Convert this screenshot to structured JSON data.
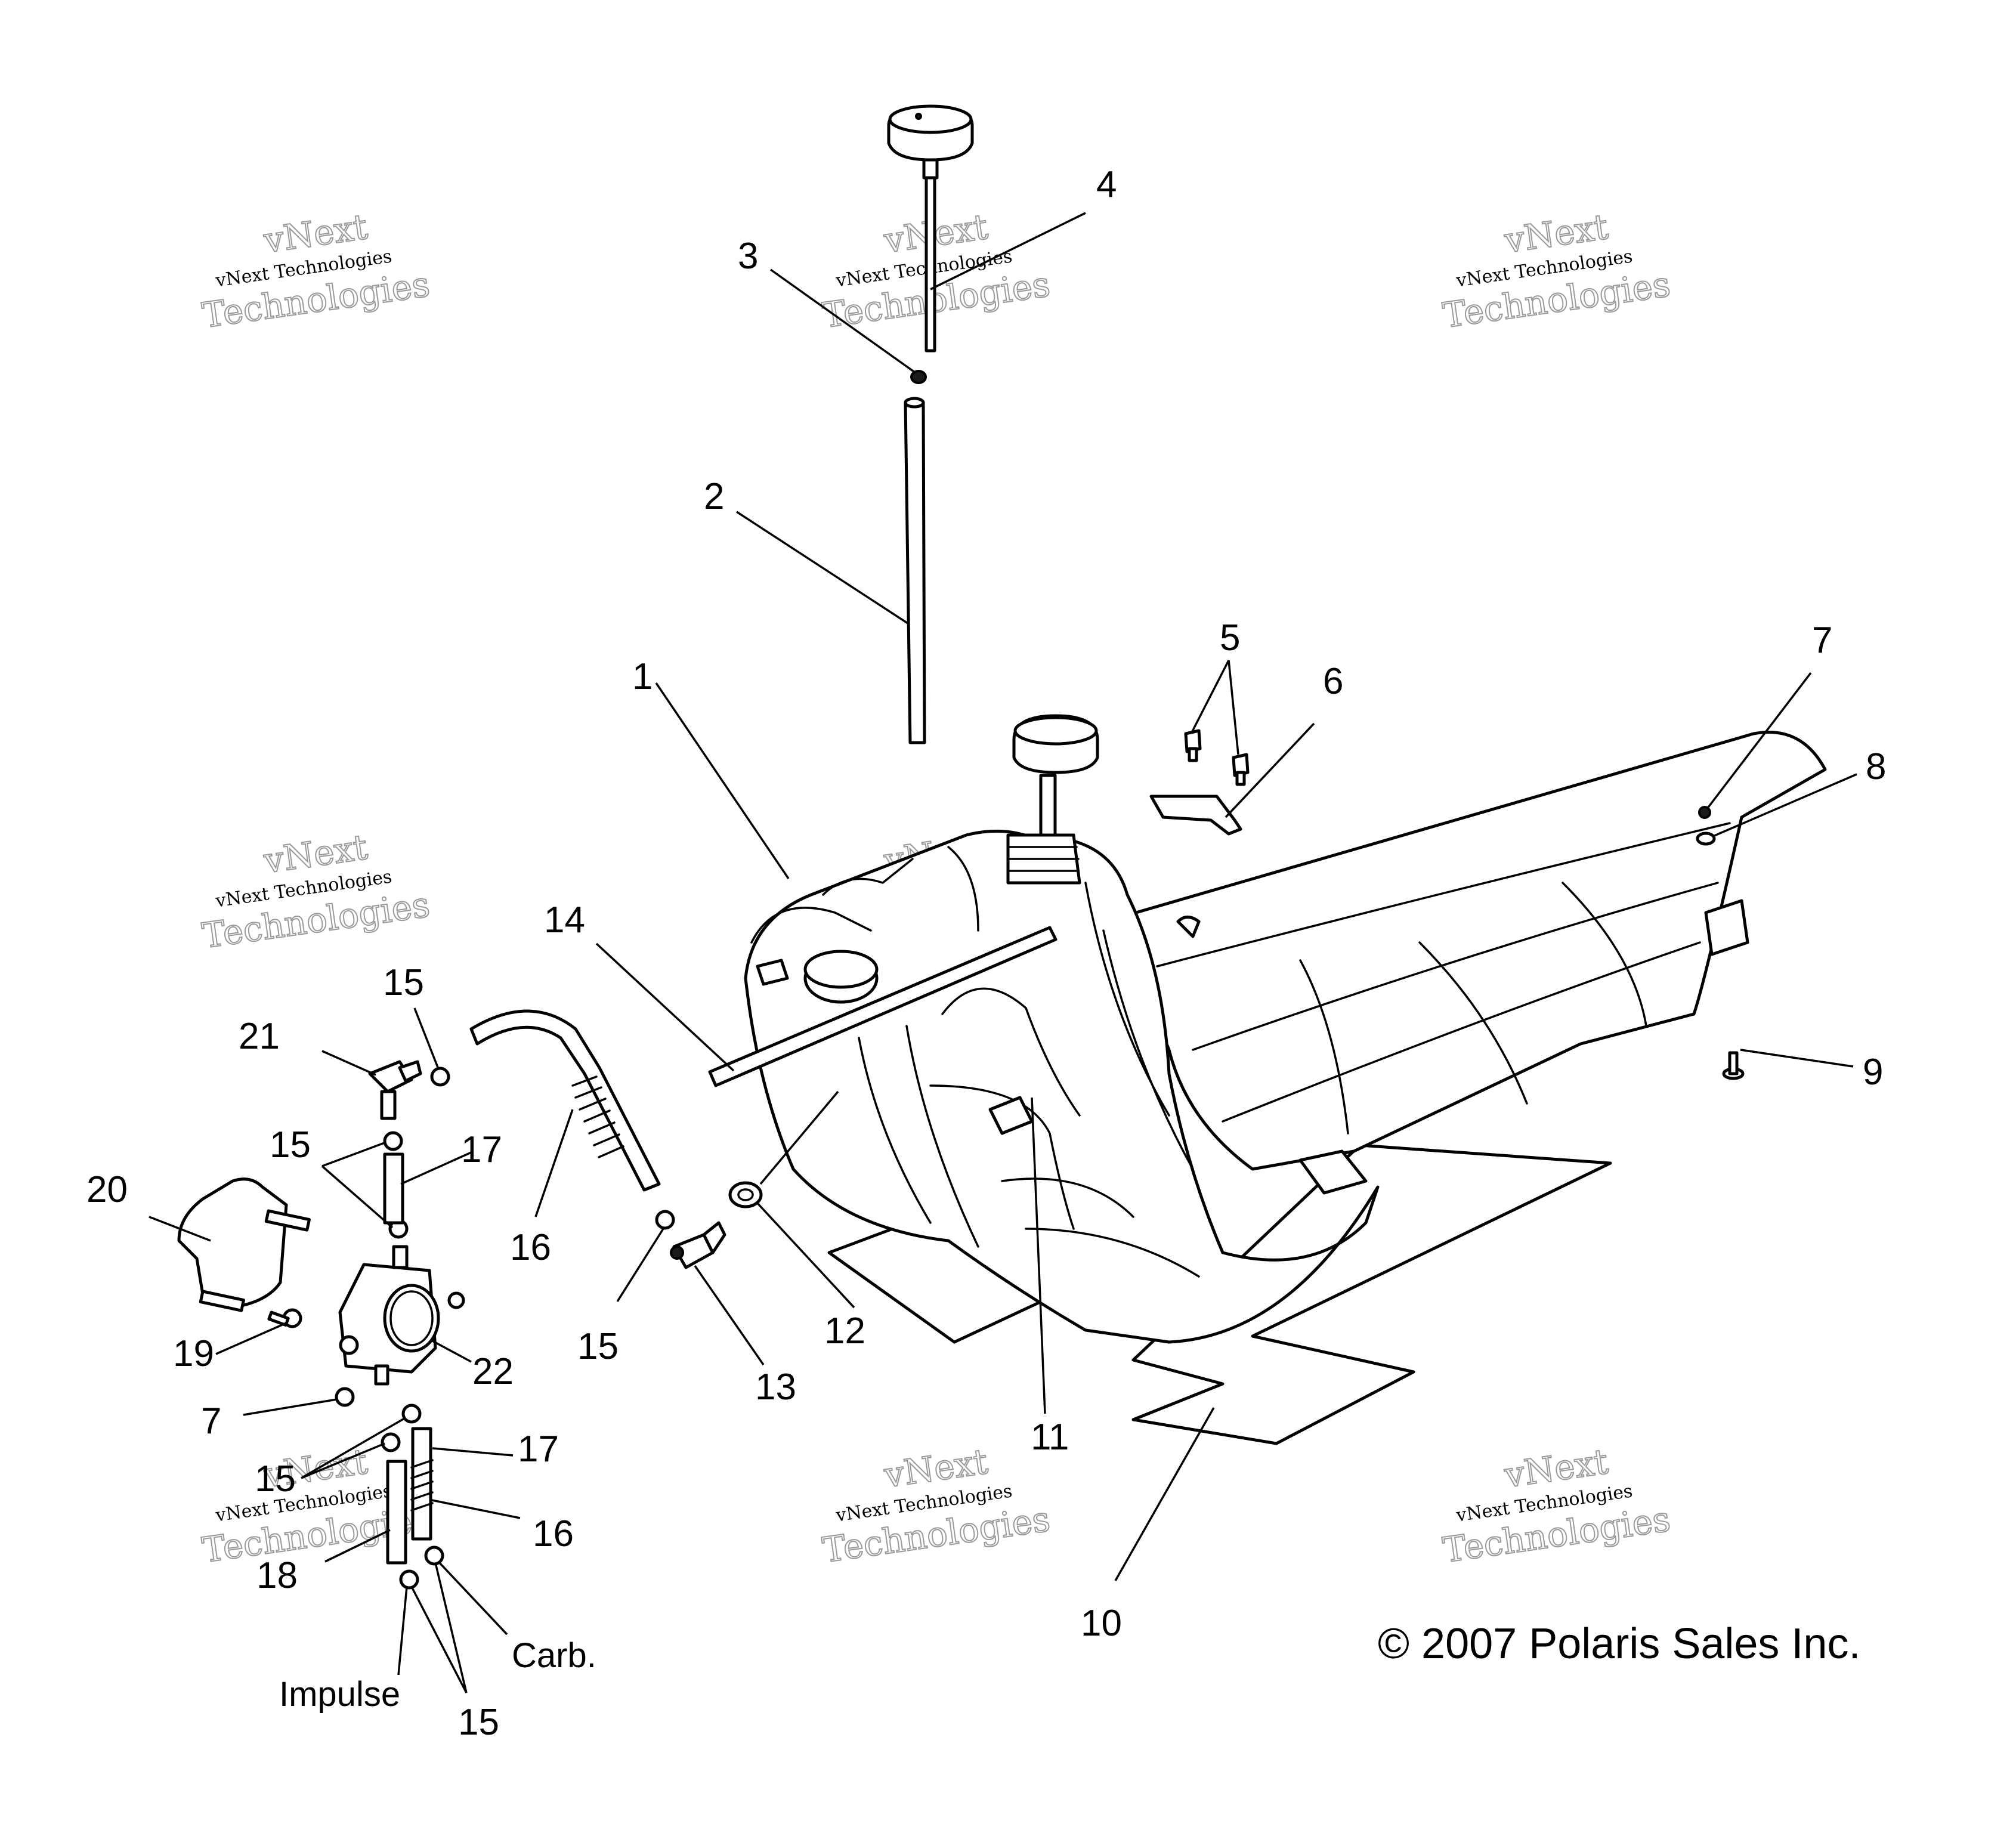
{
  "callouts": [
    {
      "id": "c1",
      "label": "1"
    },
    {
      "id": "c2",
      "label": "2"
    },
    {
      "id": "c3",
      "label": "3"
    },
    {
      "id": "c4",
      "label": "4"
    },
    {
      "id": "c5",
      "label": "5"
    },
    {
      "id": "c6",
      "label": "6"
    },
    {
      "id": "c7a",
      "label": "7"
    },
    {
      "id": "c7b",
      "label": "7"
    },
    {
      "id": "c8",
      "label": "8"
    },
    {
      "id": "c9",
      "label": "9"
    },
    {
      "id": "c10",
      "label": "10"
    },
    {
      "id": "c11",
      "label": "11"
    },
    {
      "id": "c12",
      "label": "12"
    },
    {
      "id": "c13",
      "label": "13"
    },
    {
      "id": "c14",
      "label": "14"
    },
    {
      "id": "c15a",
      "label": "15"
    },
    {
      "id": "c15b",
      "label": "15"
    },
    {
      "id": "c15c",
      "label": "15"
    },
    {
      "id": "c15d",
      "label": "15"
    },
    {
      "id": "c15e",
      "label": "15"
    },
    {
      "id": "c16a",
      "label": "16"
    },
    {
      "id": "c16b",
      "label": "16"
    },
    {
      "id": "c17a",
      "label": "17"
    },
    {
      "id": "c17b",
      "label": "17"
    },
    {
      "id": "c18",
      "label": "18"
    },
    {
      "id": "c19",
      "label": "19"
    },
    {
      "id": "c20",
      "label": "20"
    },
    {
      "id": "c21",
      "label": "21"
    },
    {
      "id": "c22",
      "label": "22"
    }
  ],
  "notes": {
    "carb": "Carb.",
    "impulse": "Impulse"
  },
  "copyright": "© 2007 Polaris Sales Inc.",
  "watermark": {
    "line1": "vNext",
    "line2": "vNext Technologies",
    "line3": "Technologies"
  }
}
